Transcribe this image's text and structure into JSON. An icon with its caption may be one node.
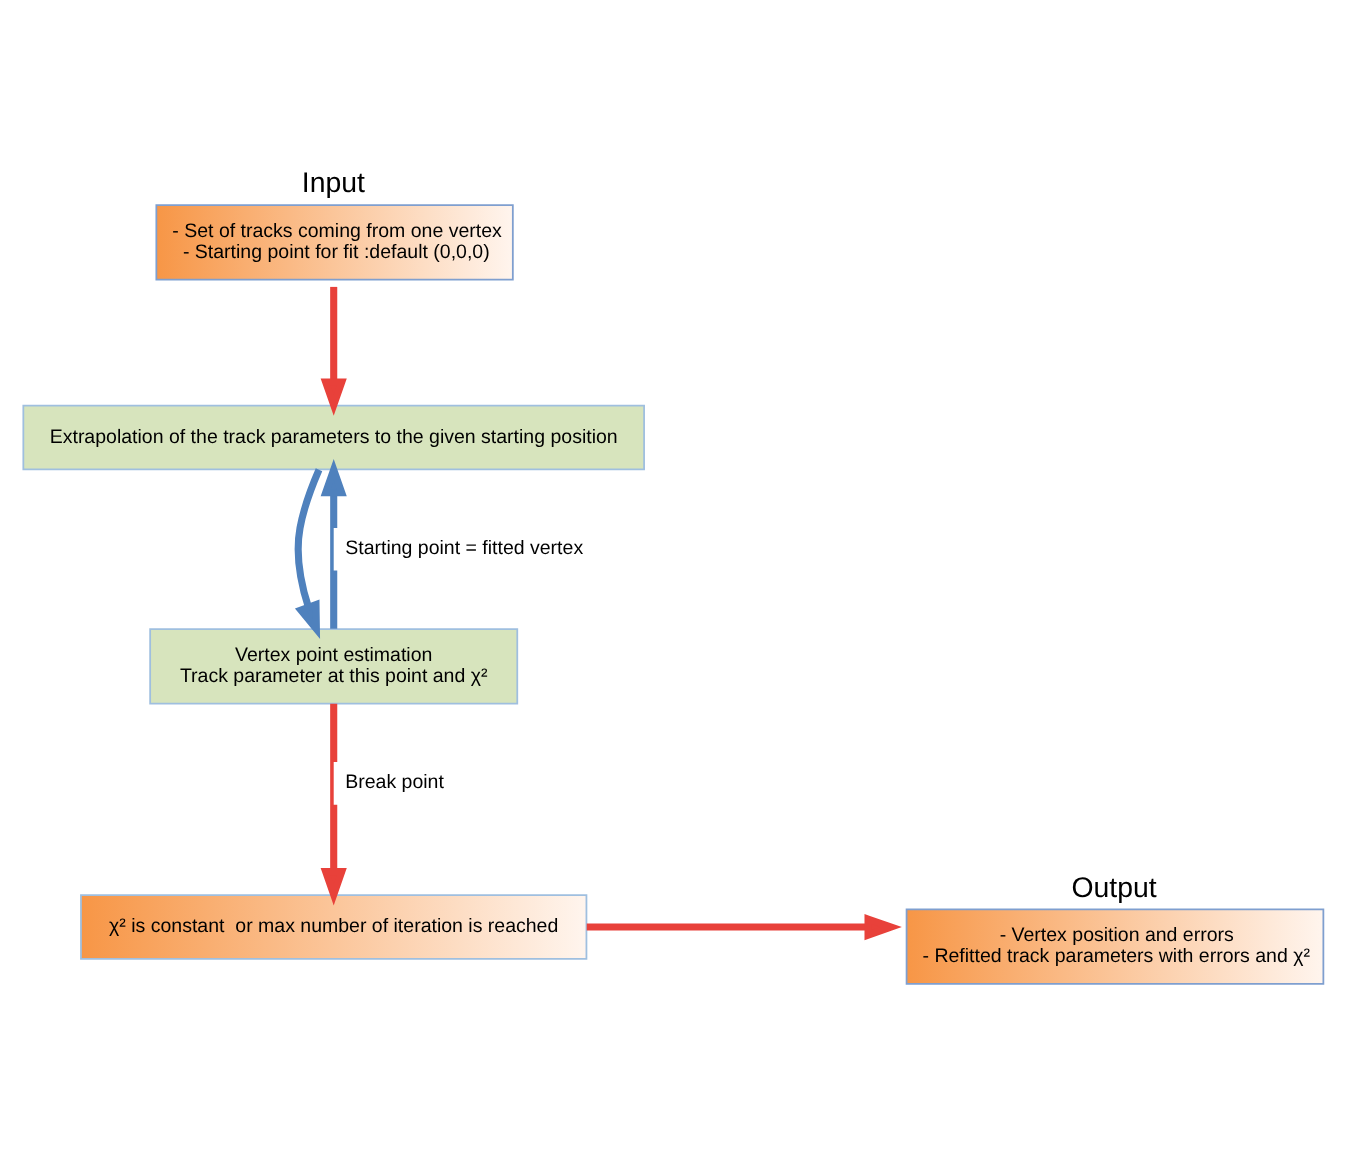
{
  "diagram": {
    "nodes": [
      {
        "text": [
          "Input",
          "- Set of tracks coming from one vertex",
          "- Starting point for fit :default (0,0,0)"
        ]
      },
      {
        "text": [
          "Extrapolation of the track parameters to the given starting position"
        ]
      },
      {
        "text": [
          "Vertex point estimation",
          "Track parameter at this point and χ²"
        ]
      },
      {
        "text": [
          "χ² is constant  or max number of iteration is reached"
        ]
      },
      {
        "text": [
          "Output",
          "- Vertex position and errors",
          "- Refitted track parameters with errors and χ²"
        ]
      }
    ],
    "edges": [
      {
        "from": 0,
        "to": 1,
        "arrow": "to"
      },
      {
        "from": 1,
        "to": 2,
        "arrow": "to",
        "color": "#4f81bd"
      },
      {
        "from": 2,
        "to": 1,
        "arrow": "to",
        "label": "Starting point = fitted vertex",
        "color": "#4f81bd"
      },
      {
        "from": 2,
        "to": 3,
        "arrow": "to",
        "label": "Break point"
      },
      {
        "from": 3,
        "to": 4,
        "arrow": "to"
      }
    ]
  }
}
